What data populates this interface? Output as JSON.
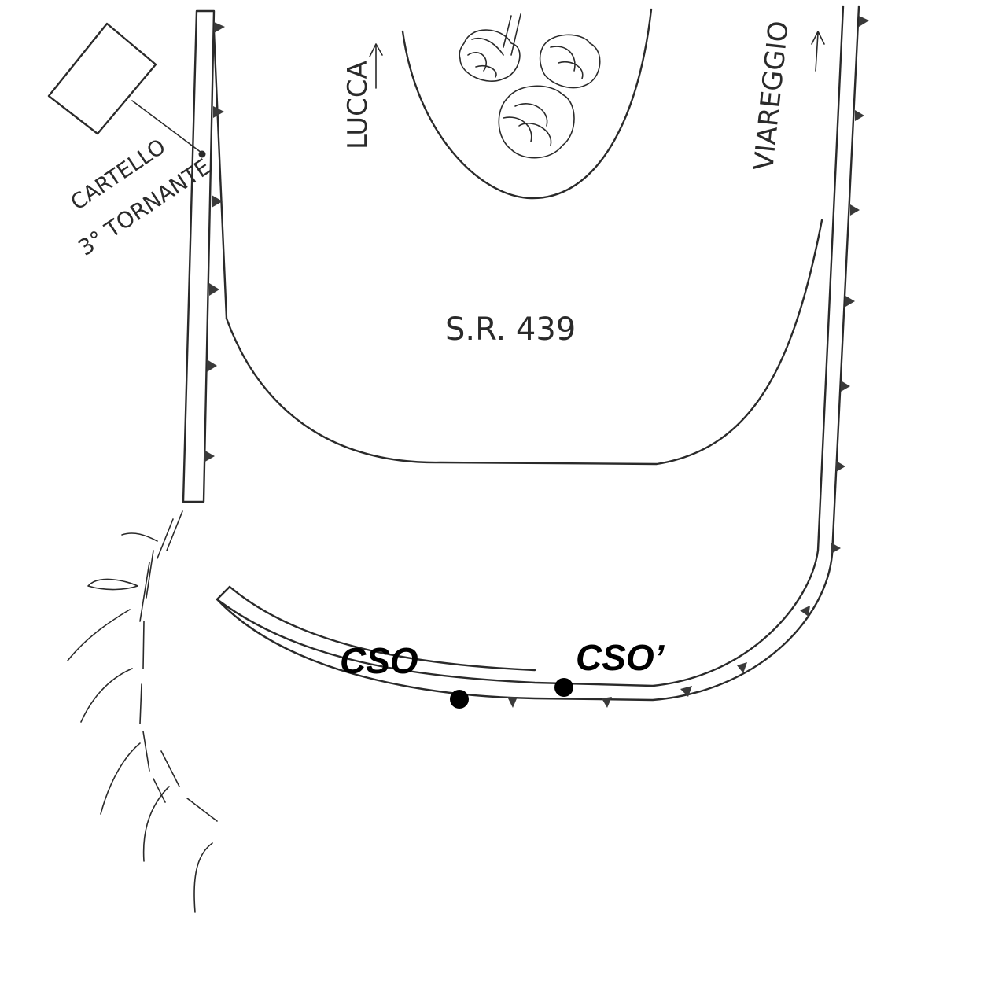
{
  "labels": {
    "sign_line1": "CARTELLO",
    "sign_line2": "3° TORNANTE",
    "road": "S.R. 439",
    "dir_left": "LUCCA",
    "dir_right": "VIAREGGIO",
    "point_a": "CSO",
    "point_b": "CSO’"
  },
  "colors": {
    "ink": "#2a2a2a",
    "marker": "#000000"
  },
  "icons": {
    "arrow": "arrow-up-icon",
    "marker": "filled-circle-icon",
    "sign": "square-sign-icon",
    "tree": "tree-icon"
  }
}
